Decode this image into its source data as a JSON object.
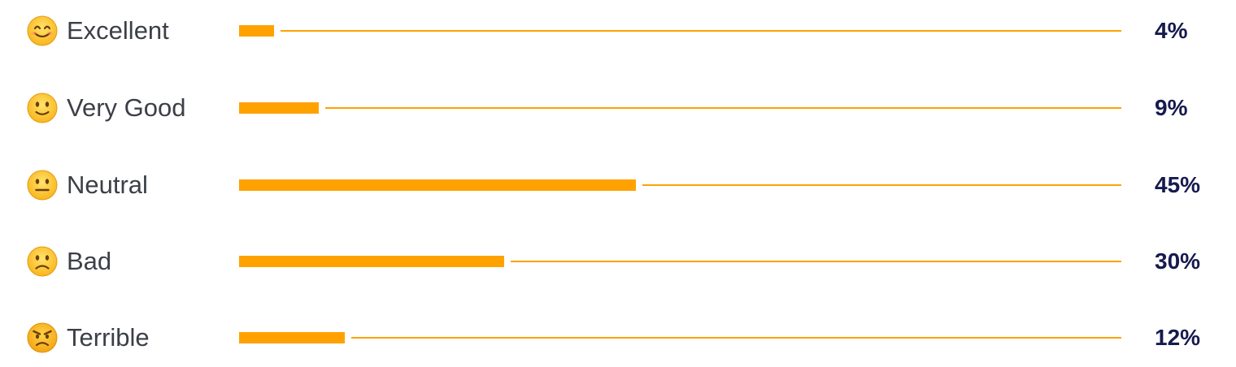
{
  "chart_data": {
    "type": "bar",
    "orientation": "horizontal",
    "categories": [
      "Excellent",
      "Very Good",
      "Neutral",
      "Bad",
      "Terrible"
    ],
    "values": [
      4,
      9,
      45,
      30,
      12
    ],
    "value_labels": [
      "4%",
      "9%",
      "45%",
      "30%",
      "12%"
    ],
    "xlim": [
      0,
      100
    ],
    "grid": false,
    "legend": "none",
    "emoji_icons": [
      "smiling-face-icon",
      "slightly-smiling-face-icon",
      "neutral-face-icon",
      "frowning-face-icon",
      "angry-face-icon"
    ],
    "colors": {
      "bar": "#ffa200",
      "label": "#3c3f46",
      "value": "#161a4e"
    }
  }
}
